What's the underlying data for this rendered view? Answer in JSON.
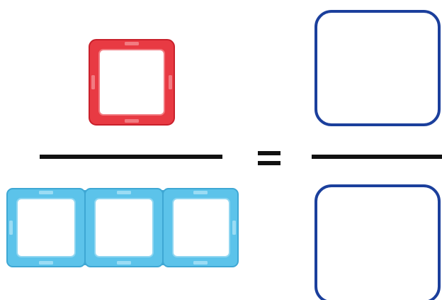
{
  "colors": {
    "background": "#ffffff",
    "numerator_tile_fill": "#e83a43",
    "numerator_tile_edge": "#c9202b",
    "denominator_tile_fill": "#5cc3ea",
    "denominator_tile_edge": "#3ea7d4",
    "fraction_bar": "#111111",
    "answer_box_border": "#1b3f9c",
    "equals_sign": "#111111"
  },
  "left_fraction": {
    "numerator_tiles": 1,
    "denominator_tiles": 3
  },
  "right_fraction": {
    "numerator_box": "empty",
    "denominator_box": "empty"
  }
}
